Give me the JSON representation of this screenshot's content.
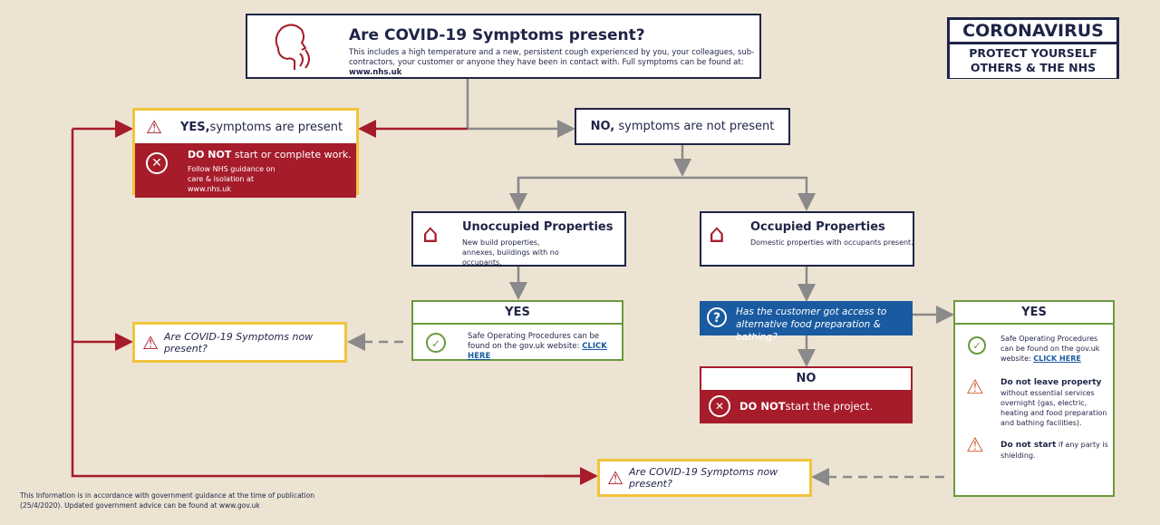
{
  "top": {
    "title": "Are COVID-19 Symptoms present?",
    "desc": "This includes a high temperature and a new, persistent cough experienced by you, your colleagues, sub-contractors, your customer or anyone they have been in contact with. Full symptoms can be found at:",
    "link": "www.nhs.uk"
  },
  "logo": {
    "line1": "CORONAVIRUS",
    "line2": "PROTECT YOURSELF",
    "line3": "OTHERS & THE NHS"
  },
  "yes_box": {
    "bold": "YES,",
    "text": " symptoms are present",
    "donot": "DO NOT",
    "donot_rest": " start or complete work.",
    "guidance": "Follow NHS guidance on care & isolation at www.nhs.uk"
  },
  "no_box": {
    "bold": "NO,",
    "text": " symptoms are not present"
  },
  "unoccupied": {
    "title": "Unoccupied Properties",
    "desc": "New build properties, annexes, buildings with no occupants."
  },
  "occupied": {
    "title": "Occupied Properties",
    "desc": "Domestic properties with occupants present."
  },
  "yes_left": {
    "title": "YES",
    "text": "Safe Operating Procedures can be found on the gov.uk website:",
    "link": "CLICK HERE"
  },
  "question_mid": "Are COVID-19 Symptoms now present?",
  "question_bottom": "Are COVID-19 Symptoms now present?",
  "blue_q": "Has the customer got access to alternative food preparation & bathing?",
  "no_red": {
    "title": "NO",
    "donot": "DO NOT",
    "rest": " start the project."
  },
  "yes_right": {
    "title": "YES",
    "sop": "Safe Operating Procedures can be found on the gov.uk website:",
    "link": "CLICK HERE",
    "w1_bold": "Do not leave property",
    "w1": " without essential services overnight (gas, electric, heating and food preparation and bathing facilities).",
    "w2_bold": "Do not start",
    "w2": " if any party is shielding."
  },
  "footnote": "This Information is in accordance with government guidance at the time of publication (25/4/2020). Updated government advice can be found at www.gov.uk"
}
